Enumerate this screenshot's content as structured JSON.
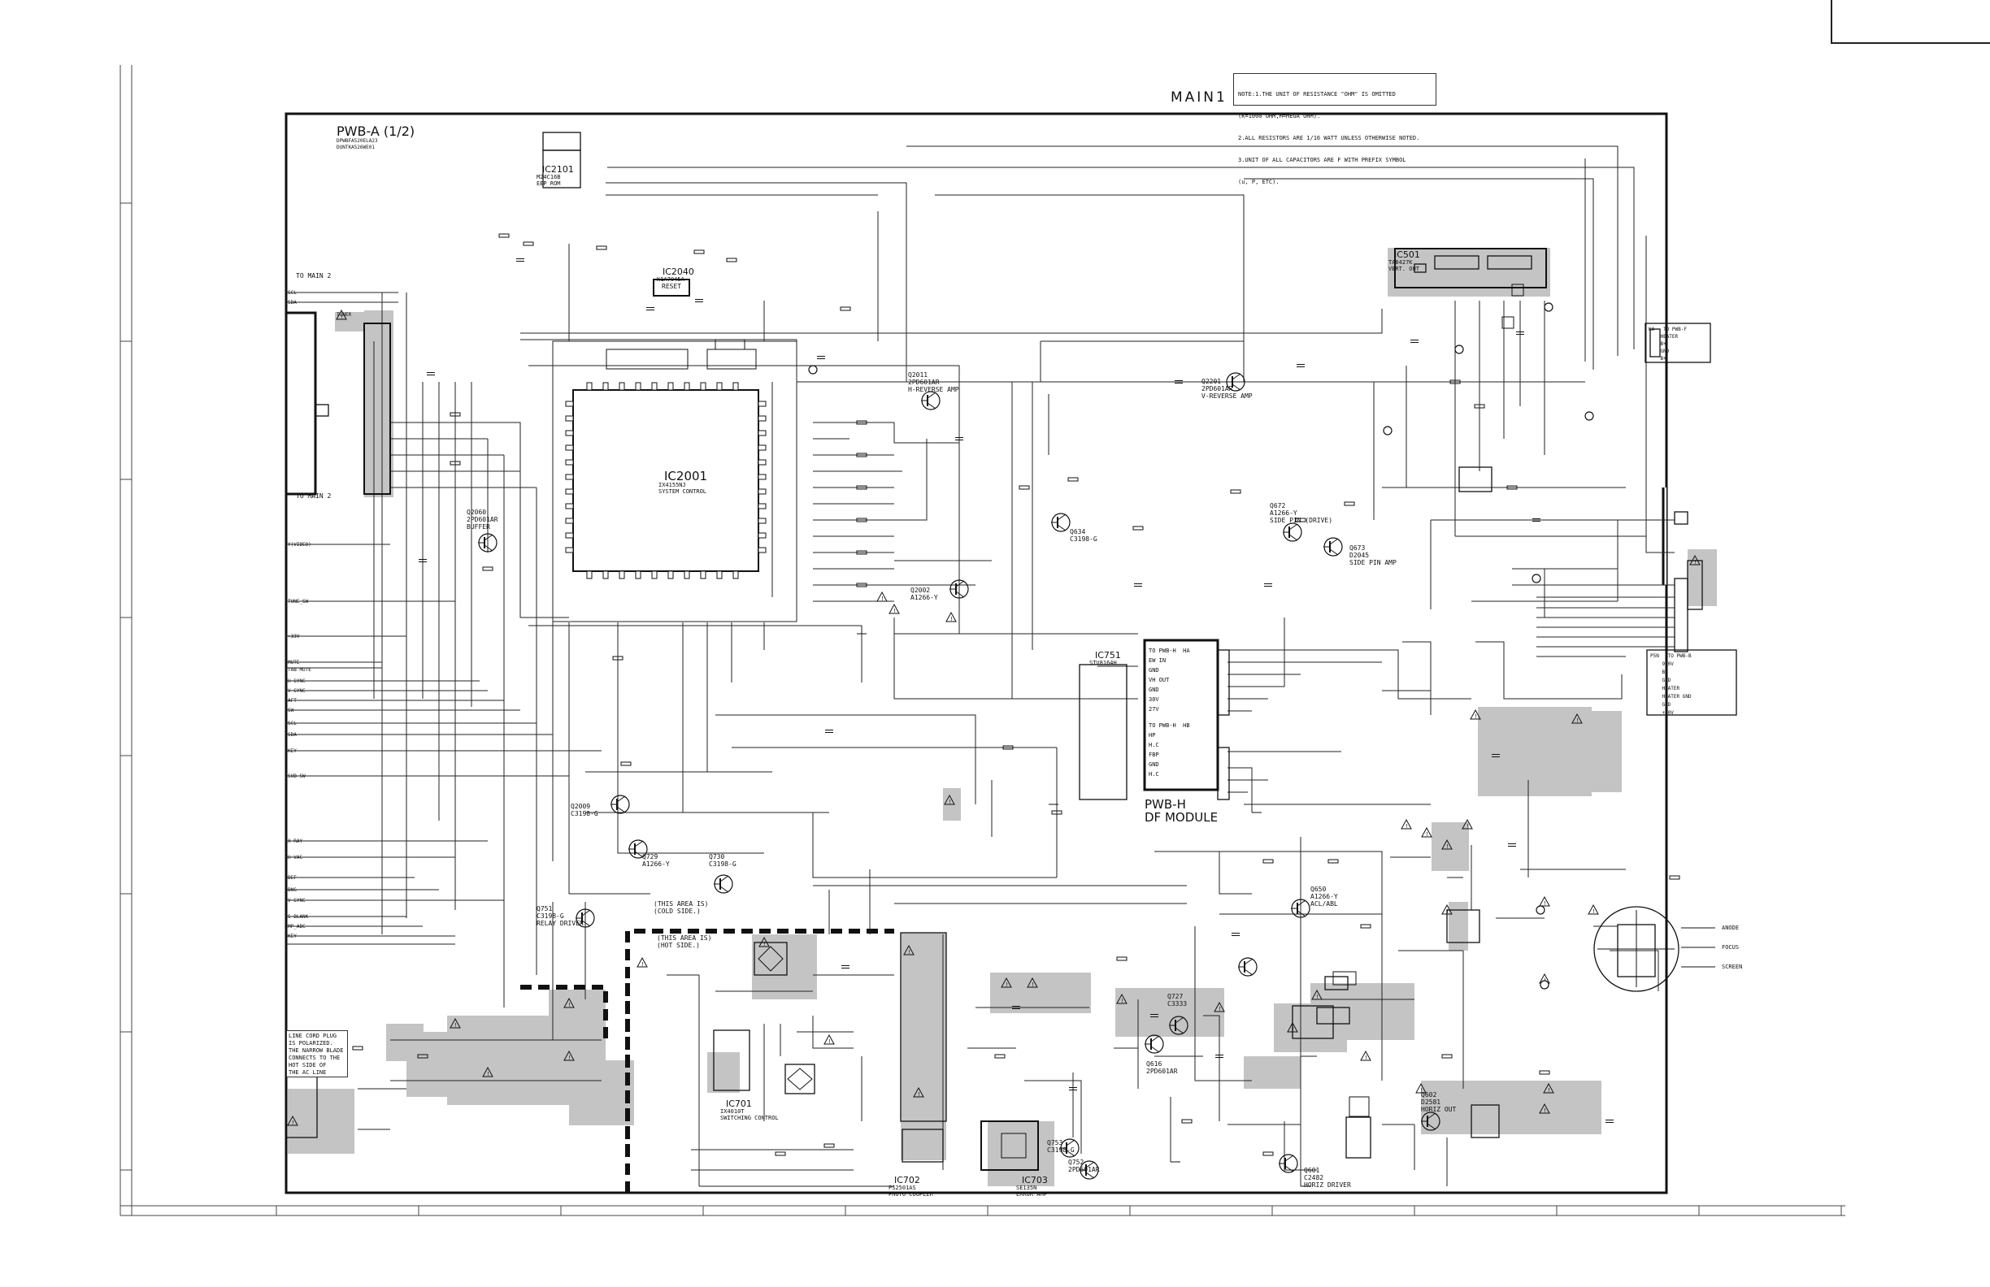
{
  "sheet": {
    "title": "MAIN1",
    "board": "PWB-A (1/2)",
    "board_codes": [
      "DPWBFA520ELA23",
      "DUNTKA526WE01"
    ],
    "note_lines": [
      "NOTE:1.THE UNIT OF RESISTANCE \"OHM\" IS OMITTED",
      "(K=1000 OHM,M=MEGA OHM).",
      "2.ALL RESISTORS ARE 1/16 WATT UNLESS OTHERWISE NOTED.",
      "3.UNIT OF ALL CAPACITORS ARE F WITH PREFIX SYMBOL",
      "(u, P, ETC)."
    ]
  },
  "ics": [
    {
      "id": "IC2101",
      "part": "M24C16B",
      "desc": "EEP ROM"
    },
    {
      "id": "IC2040",
      "part": "K1A7045A",
      "desc": "RESET"
    },
    {
      "id": "IC2001",
      "part": "IX4155NJ",
      "desc": "SYSTEM CONTROL"
    },
    {
      "id": "IC501",
      "part": "TA8427K",
      "desc": "VERT. OUT"
    },
    {
      "id": "IC751",
      "part": "STV8164H",
      "desc": ""
    },
    {
      "id": "IC701",
      "part": "IX4010T",
      "desc": "SWITCHING CONTROL"
    },
    {
      "id": "IC702",
      "part": "PS2501AS",
      "desc": "PHOTO COUPLER"
    },
    {
      "id": "IC703",
      "part": "SE135N",
      "desc": "ERROR AMP"
    }
  ],
  "transistors": [
    {
      "id": "Q2011",
      "part": "2PD601AR",
      "desc": "H-REVERSE AMP"
    },
    {
      "id": "Q2201",
      "part": "2PD601AR",
      "desc": "V-REVERSE AMP"
    },
    {
      "id": "Q2060",
      "part": "2PD601AR",
      "desc": "BUFFER"
    },
    {
      "id": "Q2002",
      "part": "A1266-Y",
      "desc": ""
    },
    {
      "id": "Q2009",
      "part": "C3198-G",
      "desc": ""
    },
    {
      "id": "Q634",
      "part": "C3198-G",
      "desc": ""
    },
    {
      "id": "Q672",
      "part": "A1266-Y",
      "desc": "SIDE PIN (DRIVE)"
    },
    {
      "id": "Q673",
      "part": "D2045",
      "desc": "SIDE PIN AMP"
    },
    {
      "id": "Q729",
      "part": "A1266-Y",
      "desc": ""
    },
    {
      "id": "Q730",
      "part": "C3198-G",
      "desc": ""
    },
    {
      "id": "Q751",
      "part": "C3198-G",
      "desc": "RELAY DRIVER"
    },
    {
      "id": "Q727",
      "part": "C3333",
      "desc": ""
    },
    {
      "id": "Q616",
      "part": "2PD601AR",
      "desc": ""
    },
    {
      "id": "Q753",
      "part": "C3198-G",
      "desc": ""
    },
    {
      "id": "Q752",
      "part": "2PD601AR",
      "desc": ""
    },
    {
      "id": "Q650",
      "part": "A1266-Y",
      "desc": "ACL/ABL"
    },
    {
      "id": "Q602",
      "part": "D2581",
      "desc": "HORIZ OUT"
    },
    {
      "id": "Q601",
      "part": "C2482",
      "desc": "HORIZ DRIVER"
    }
  ],
  "modules": {
    "df_module": {
      "title": "PWB-H",
      "subtitle": "DF MODULE",
      "top_header": [
        "TO PWB-H",
        "HA"
      ],
      "top_rows": [
        "EW IN",
        "GND",
        "VH OUT",
        "GND",
        "30V",
        "27V"
      ],
      "bottom_header": [
        "TO PWB-H",
        "HB"
      ],
      "bottom_rows": [
        "HP",
        "H.C",
        "FBP",
        "GND",
        "H.C"
      ]
    },
    "to_pwb_f": {
      "header": [
        "KA",
        "TO PWB-F"
      ],
      "rows": [
        "HEATER",
        "B+",
        "GND",
        "B+"
      ]
    },
    "to_pwb_b": {
      "header": [
        "P5N",
        "TO PWB-B"
      ],
      "rows": [
        "9.0V",
        "B+",
        "GND",
        "HEATER",
        "HEATER GND",
        "GND",
        "+20V"
      ]
    },
    "to_main": {
      "top": "TO MAIN 2",
      "bottom": "TO MAIN 2"
    },
    "tuner": "TUNER"
  },
  "left_signals": [
    "SCL",
    "SDA",
    "Y(VIDEO)",
    "TUNE_SW",
    "+33V",
    "MUTE",
    "TAB MUTE",
    "H-SYNC",
    "V-SYNC",
    "AFT",
    "SW",
    "SCL",
    "SDA",
    "KEY",
    "SUB SW",
    "X-RAY",
    "H-VAC",
    "DEF",
    "BNG",
    "V-SYNC",
    "S-BLANK",
    "MP_ABC",
    "KEY"
  ],
  "right_signals": [
    "ANODE",
    "FOCUS",
    "SCREEN"
  ],
  "line_cord": {
    "text": [
      "LINE CORD PLUG",
      "IS POLARIZED.",
      "THE NARROW BLADE",
      "CONNECTS TO THE",
      "HOT SIDE OF",
      "THE AC LINE"
    ]
  },
  "area_labels": [
    "(THIS AREA IS)",
    "(COLD SIDE.)",
    "(THIS AREA IS)",
    "(HOT SIDE.)"
  ],
  "colors": {
    "ink": "#111111",
    "shade": "#bdbdbd",
    "paper": "#ffffff"
  }
}
